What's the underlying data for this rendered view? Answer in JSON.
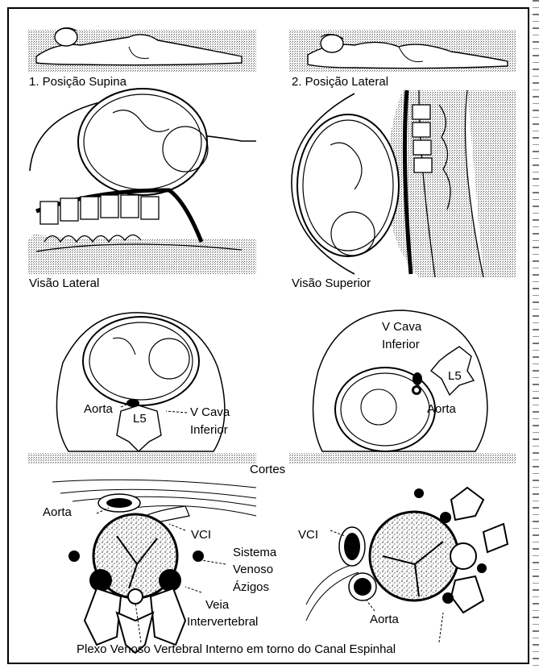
{
  "panels": {
    "supine_title": "1. Posição Supina",
    "lateral_title": "2. Posição Lateral",
    "lateral_view": "Visão Lateral",
    "superior_view": "Visão Superior"
  },
  "cross_sections": {
    "left": {
      "aorta": "Aorta",
      "l5": "L5",
      "vcava": "V Cava",
      "inferior": "Inferior"
    },
    "right": {
      "vcava": "V Cava",
      "inferior": "Inferior",
      "l5": "L5",
      "aorta": "Aorta"
    },
    "caption": "Cortes"
  },
  "vertebra": {
    "left": {
      "aorta": "Aorta",
      "vci": "VCI",
      "sistema": "Sistema",
      "venoso": "Venoso",
      "azigos": "Ázigos",
      "veia": "Veia",
      "intervertebral": "Intervertebral"
    },
    "right": {
      "vci": "VCI",
      "aorta": "Aorta"
    },
    "caption": "Plexo Venoso Vertebral Interno em torno do Canal Espinhal"
  }
}
